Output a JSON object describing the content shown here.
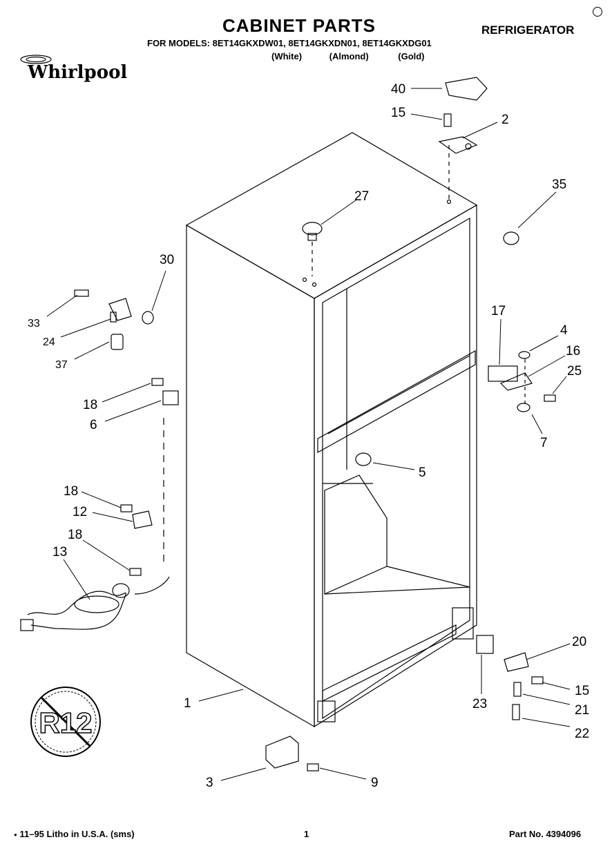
{
  "header": {
    "title": "CABINET PARTS",
    "appliance": "REFRIGERATOR",
    "models_line": "FOR MODELS: 8ET14GKXDW01, 8ET14GKXDN01, 8ET14GKXDG01",
    "colors": [
      "(White)",
      "(Almond)",
      "(Gold)"
    ]
  },
  "brand": "Whirlpool",
  "footer": {
    "left": "11–95 Litho in U.S.A. (sms)",
    "page": "1",
    "part_no": "Part No. 4394096"
  },
  "badge": "R12",
  "callouts": {
    "c40": "40",
    "c15a": "15",
    "c2": "2",
    "c35": "35",
    "c27": "27",
    "c30": "30",
    "c33": "33",
    "c24": "24",
    "c37": "37",
    "c17": "17",
    "c4": "4",
    "c16": "16",
    "c25": "25",
    "c7": "7",
    "c18a": "18",
    "c6": "6",
    "c5": "5",
    "c18b": "18",
    "c12": "12",
    "c18c": "18",
    "c13": "13",
    "c20": "20",
    "c15b": "15",
    "c21": "21",
    "c22": "22",
    "c23": "23",
    "c1": "1",
    "c3": "3",
    "c9": "9"
  }
}
